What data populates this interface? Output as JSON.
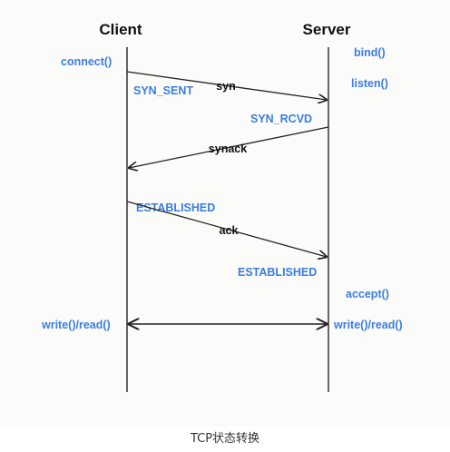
{
  "participants": {
    "client": "Client",
    "server": "Server"
  },
  "client_labels": {
    "connect": "connect()",
    "syn_sent": "SYN_SENT",
    "established": "ESTABLISHED",
    "write_read": "write()/read()"
  },
  "server_labels": {
    "bind": "bind()",
    "listen": "listen()",
    "syn_rcvd": "SYN_RCVD",
    "established": "ESTABLISHED",
    "accept": "accept()",
    "write_read": "write()/read()"
  },
  "messages": {
    "syn": "syn",
    "synack": "synack",
    "ack": "ack"
  },
  "caption": "TCP状态转换",
  "colors": {
    "state_blue": "#3b7de0",
    "text_black": "#111111",
    "line": "#333333"
  }
}
